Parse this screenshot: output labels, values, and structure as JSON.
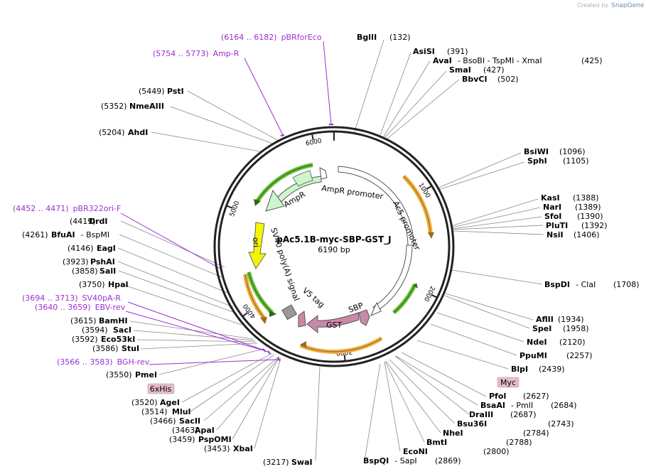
{
  "credit": {
    "created_by": "Created by",
    "brand": "SnapGene"
  },
  "plasmid": {
    "name": "pAc5.1B-myc-SBP-GST_J",
    "size_label": "6190 bp",
    "length": 6190
  },
  "ticks": [
    {
      "pos": 1000,
      "label": "1000"
    },
    {
      "pos": 2000,
      "label": "2000"
    },
    {
      "pos": 3000,
      "label": "3000"
    },
    {
      "pos": 4000,
      "label": "4000"
    },
    {
      "pos": 5000,
      "label": "5000"
    },
    {
      "pos": 6000,
      "label": "6000"
    }
  ],
  "features": [
    {
      "name": "AmpR promoter",
      "label": "AmpR promoter"
    },
    {
      "name": "Ac5 promoter",
      "label": "Ac5 promoter"
    },
    {
      "name": "AmpR",
      "label": "AmpR"
    },
    {
      "name": "ori",
      "label": "ori"
    },
    {
      "name": "SV40 poly(A) signal",
      "label": "SV40 poly(A) signal"
    },
    {
      "name": "V5 tag",
      "label": "V5 tag"
    },
    {
      "name": "SBP",
      "label": "SBP"
    },
    {
      "name": "GST",
      "label": "GST"
    }
  ],
  "boxed_labels": {
    "myc": "Myc",
    "his": "6xHis"
  },
  "primers": [
    {
      "range": "(6164 .. 6182)",
      "name": "pBRforEco"
    },
    {
      "range": "(5754 .. 5773)",
      "name": "Amp-R"
    },
    {
      "range": "(4452 .. 4471)",
      "name": "pBR322ori-F"
    },
    {
      "range": "(3694 .. 3713)",
      "name": "SV40pA-R"
    },
    {
      "range": "(3640 .. 3659)",
      "name": "EBV-rev"
    },
    {
      "range": "(3566 .. 3583)",
      "name": "BGH-rev"
    }
  ],
  "sites_right": [
    {
      "name": "BglII",
      "pos": "(132)"
    },
    {
      "name": "AsiSI",
      "pos": "(391)"
    },
    {
      "name": "AvaI",
      "extra": "- BsoBI   - TspMI   - XmaI",
      "pos": "(425)"
    },
    {
      "name": "SmaI",
      "pos": "(427)"
    },
    {
      "name": "BbvCI",
      "pos": "(502)"
    },
    {
      "name": "BsiWI",
      "pos": "(1096)"
    },
    {
      "name": "SphI",
      "pos": "(1105)"
    },
    {
      "name": "KasI",
      "pos": "(1388)"
    },
    {
      "name": "NarI",
      "pos": "(1389)"
    },
    {
      "name": "SfoI",
      "pos": "(1390)"
    },
    {
      "name": "PluTI",
      "pos": "(1392)"
    },
    {
      "name": "NsiI",
      "pos": "(1406)"
    },
    {
      "name": "BspDI",
      "extra": "- ClaI",
      "pos": "(1708)"
    },
    {
      "name": "AflII",
      "pos": "(1934)"
    },
    {
      "name": "SpeI",
      "pos": "(1958)"
    },
    {
      "name": "NdeI",
      "pos": "(2120)"
    },
    {
      "name": "PpuMI",
      "pos": "(2257)"
    },
    {
      "name": "BlpI",
      "pos": "(2439)"
    },
    {
      "name": "PfoI",
      "pos": "(2627)"
    },
    {
      "name": "BsaAI",
      "extra": "- PmlI",
      "pos": "(2684)"
    },
    {
      "name": "DraIII",
      "pos": "(2687)"
    },
    {
      "name": "Bsu36I",
      "pos": "(2743)"
    },
    {
      "name": "NheI",
      "pos": "(2784)"
    },
    {
      "name": "BmtI",
      "pos": "(2788)"
    },
    {
      "name": "EcoNI",
      "pos": "(2800)"
    },
    {
      "name": "BspQI",
      "extra": "- SapI",
      "pos": "(2869)"
    }
  ],
  "sites_left": [
    {
      "pos": "(5449)",
      "name": "PstI"
    },
    {
      "pos": "(5352)",
      "name": "NmeAIII"
    },
    {
      "pos": "(5204)",
      "name": "AhdI"
    },
    {
      "pos": "(4419)",
      "name": "DrdI"
    },
    {
      "pos": "(4261)",
      "name": "BfuAI",
      "extra": "- BspMI"
    },
    {
      "pos": "(4146)",
      "name": "EagI"
    },
    {
      "pos": "(3923)",
      "name": "PshAI"
    },
    {
      "pos": "(3858)",
      "name": "SalI"
    },
    {
      "pos": "(3750)",
      "name": "HpaI"
    },
    {
      "pos": "(3615)",
      "name": "BamHI"
    },
    {
      "pos": "(3594)",
      "name": "SacI"
    },
    {
      "pos": "(3592)",
      "name": "Eco53kI"
    },
    {
      "pos": "(3586)",
      "name": "StuI"
    },
    {
      "pos": "(3550)",
      "name": "PmeI"
    },
    {
      "pos": "(3520)",
      "name": "AgeI"
    },
    {
      "pos": "(3514)",
      "name": "MluI"
    },
    {
      "pos": "(3466)",
      "name": "SacII"
    },
    {
      "pos": "(3463)",
      "name": "ApaI"
    },
    {
      "pos": "(3459)",
      "name": "PspOMI"
    },
    {
      "pos": "(3453)",
      "name": "XbaI"
    },
    {
      "pos": "(3217)",
      "name": "SwaI"
    }
  ]
}
